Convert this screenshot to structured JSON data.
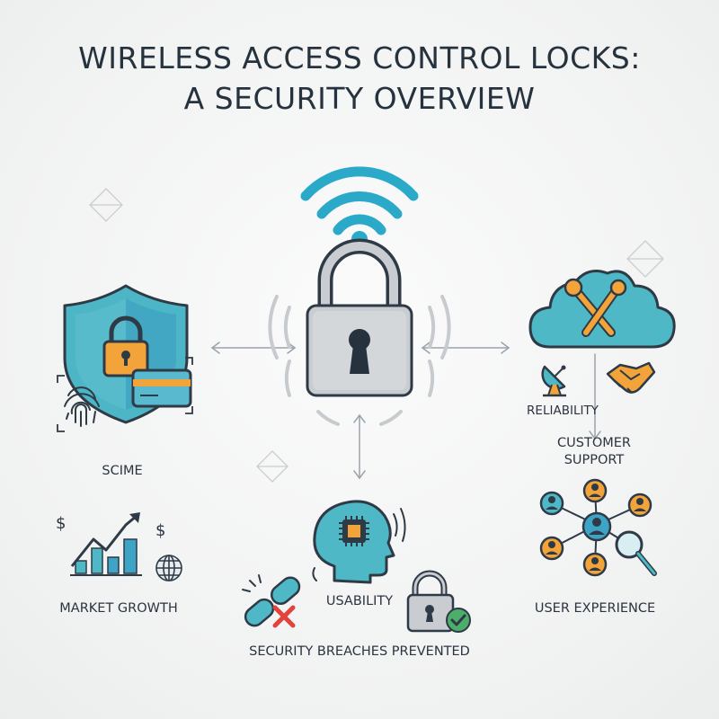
{
  "title": {
    "line1": "WIRELESS ACCESS CONTROL LOCKS:",
    "line2": "A SECURITY OVERVIEW"
  },
  "labels": {
    "scime": "SCIME",
    "market_growth": "MARKET GROWTH",
    "usability": "USABILITY",
    "security_breaches": "SECURITY BREACHES PREVENTED",
    "reliability": "RELIABILITY",
    "customer_support_line1": "CUSTOMER",
    "customer_support_line2": "SUPPORT",
    "user_experience": "USER EXPERIENCE"
  },
  "currency_symbol": "$",
  "colors": {
    "teal": "#3fb3c4",
    "wifi_blue": "#2aa9c9",
    "lock_gray": "#c9ccd0",
    "orange": "#f2a33a",
    "green": "#4cae6a",
    "red": "#e2433b",
    "outline": "#2e3a46"
  }
}
